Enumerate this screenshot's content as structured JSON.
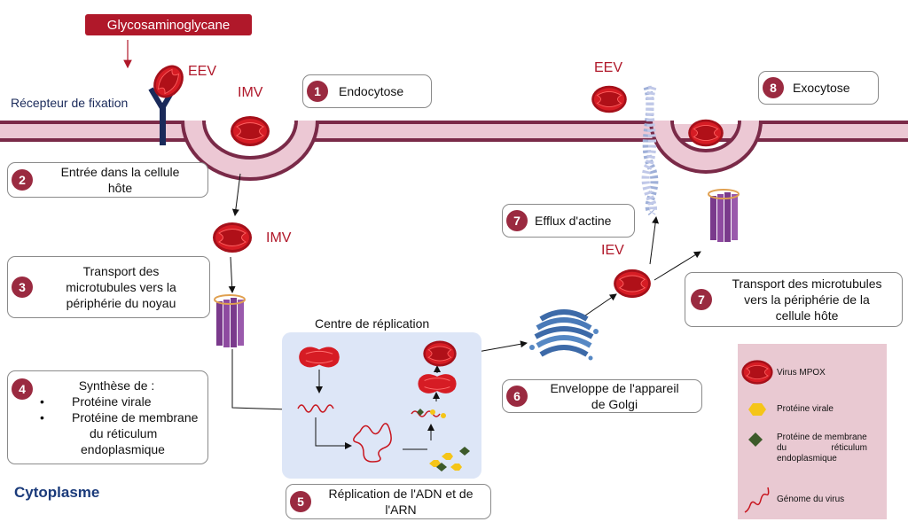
{
  "labels": {
    "glycosaminoglycane": "Glycosaminoglycane",
    "recepteur": "Récepteur de fixation",
    "eev_left": "EEV",
    "imv_membrane": "IMV",
    "imv_middle": "IMV",
    "eev_right": "EEV",
    "iev": "IEV",
    "centre_replication": "Centre de réplication",
    "cytoplasme": "Cytoplasme"
  },
  "steps": {
    "s1": {
      "num": "1",
      "text": "Endocytose"
    },
    "s2": {
      "num": "2",
      "line1": "Entrée dans la cellule",
      "line2": "hôte"
    },
    "s3": {
      "num": "3",
      "line1": "Transport des",
      "line2": "microtubules vers la",
      "line3": "périphérie du noyau"
    },
    "s4": {
      "num": "4",
      "title": "Synthèse de :",
      "bullet1": "Protéine virale",
      "bullet2_line1": "Protéine de membrane",
      "bullet2_line2": "du réticulum",
      "bullet2_line3": "endoplasmique"
    },
    "s5": {
      "num": "5",
      "line1": "Réplication de l'ADN et de",
      "line2": "l'ARN"
    },
    "s6": {
      "num": "6",
      "line1": "Enveloppe de l'appareil",
      "line2": "de Golgi"
    },
    "s7a": {
      "num": "7",
      "text": "Efflux d'actine"
    },
    "s7b": {
      "num": "7",
      "line1": "Transport des microtubules",
      "line2": "vers la périphérie de la",
      "line3": "cellule hôte"
    },
    "s8": {
      "num": "8",
      "text": "Exocytose"
    }
  },
  "legend": {
    "virus": "Virus MPOX",
    "proteine_virale": "Protéine virale",
    "proteine_membrane_line1": "Protéine de membrane",
    "proteine_membrane_line2": "du",
    "proteine_membrane_line3": "réticulum",
    "proteine_membrane_line4": "endoplasmique",
    "genome": "Génome du virus"
  },
  "colors": {
    "membrane_dark": "#7a2a48",
    "membrane_light": "#ecc8d4",
    "virus_red": "#c8151e",
    "step_circle": "#9a2a40",
    "replication_bg": "#dde6f7",
    "legend_bg": "#e9c9d2",
    "protein_yellow": "#f5c518",
    "protein_green": "#3d5a2a"
  }
}
